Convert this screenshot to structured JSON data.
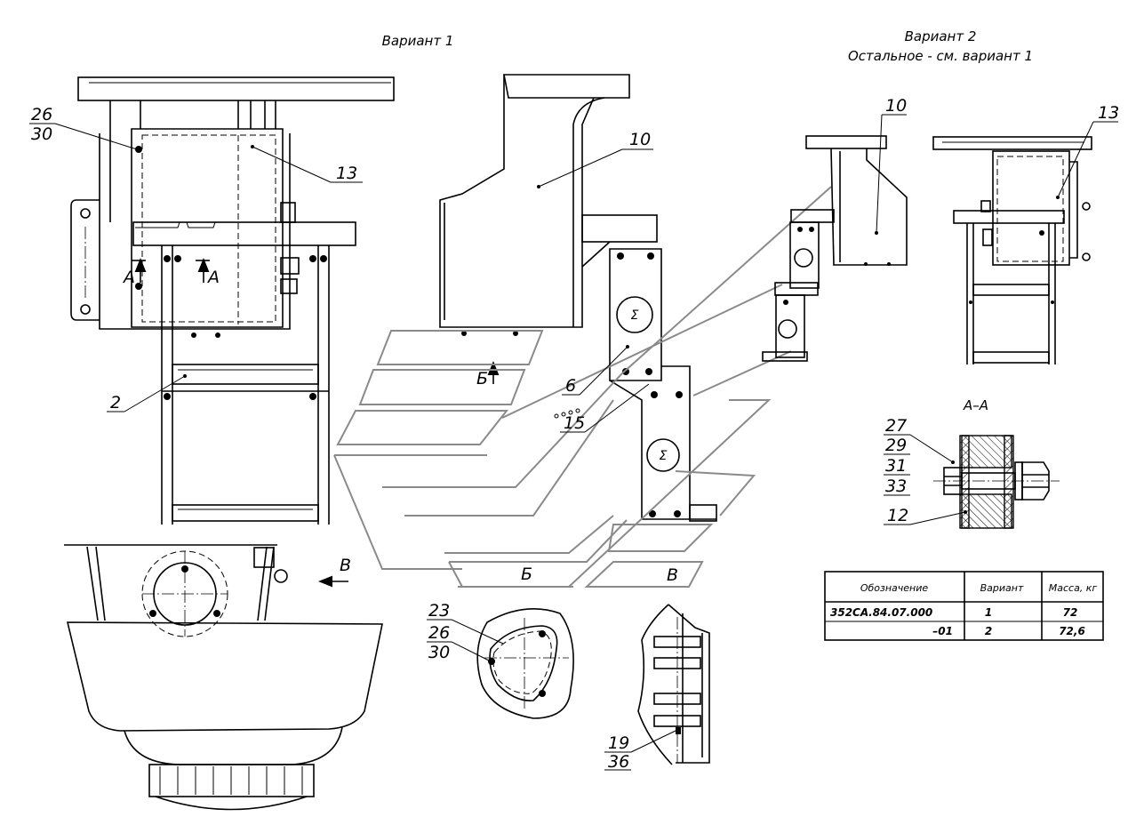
{
  "titles": {
    "variant1": "Вариант 1",
    "variant2": "Вариант 2",
    "variant2_note": "Остальное - см. вариант 1"
  },
  "views": {
    "section_aa": "А–А",
    "arrow_a": "А",
    "arrow_b": "Б",
    "arrow_v": "В",
    "view_b": "Б",
    "view_v": "В"
  },
  "callouts": {
    "c26a": "26",
    "c30a": "30",
    "c13a": "13",
    "c2": "2",
    "c10a": "10",
    "c6": "6",
    "c15": "15",
    "c10b": "10",
    "c13b": "13",
    "c27": "27",
    "c29": "29",
    "c31": "31",
    "c33": "33",
    "c12": "12",
    "c23": "23",
    "c26b": "26",
    "c30b": "30",
    "c19": "19",
    "c36": "36"
  },
  "table": {
    "headers": [
      "Обозначение",
      "Вариант",
      "Масса, кг"
    ],
    "rows": [
      [
        "352СА.84.07.000",
        "1",
        "72"
      ],
      [
        "–01",
        "2",
        "72,6"
      ]
    ]
  }
}
